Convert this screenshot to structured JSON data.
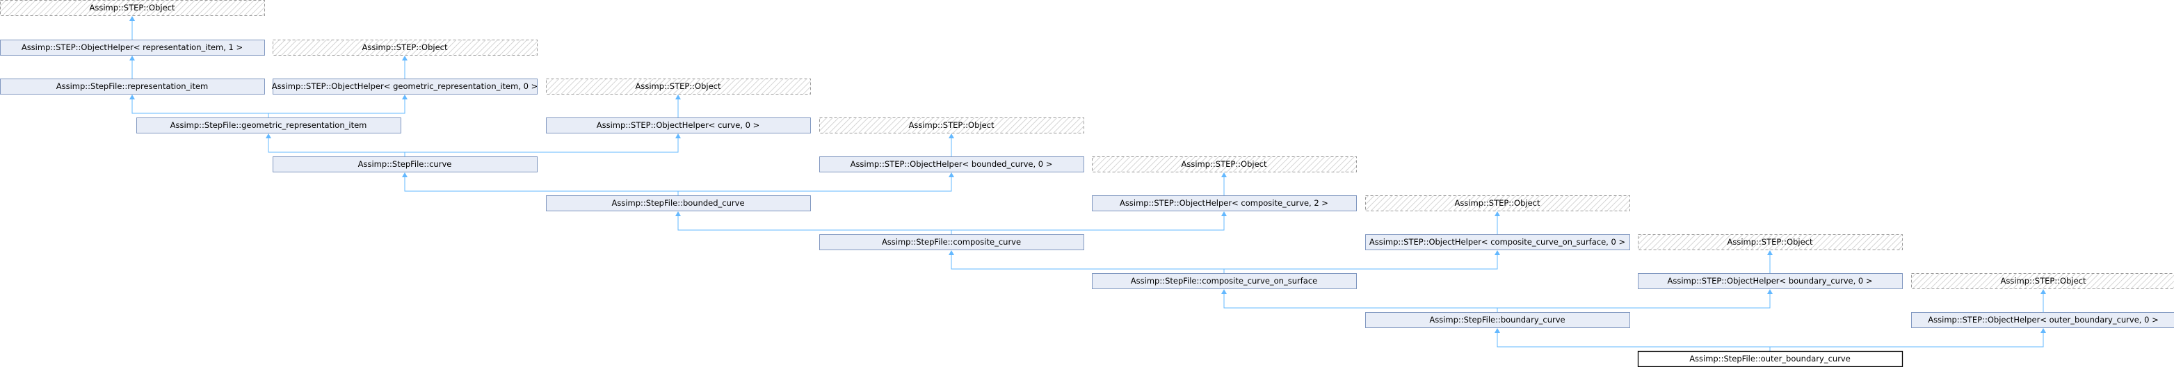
{
  "colors": {
    "background": "#ffffff",
    "node_fill": "#e8edf7",
    "node_border": "#8097c0",
    "external_node_border": "#9a9a9a",
    "focus_node_border": "#000000",
    "edge": "#63b8ff"
  },
  "nodes": [
    {
      "id": "step_object_0",
      "label": "Assimp::STEP::Object",
      "kind": "external",
      "name": "step-object-node"
    },
    {
      "id": "oh_representation_item",
      "label": "Assimp::STEP::ObjectHelper< representation_item, 1 >",
      "kind": "class",
      "name": "object-helper-representation-item-node"
    },
    {
      "id": "step_object_1",
      "label": "Assimp::STEP::Object",
      "kind": "external",
      "name": "step-object-node"
    },
    {
      "id": "representation_item",
      "label": "Assimp::StepFile::representation_item",
      "kind": "class",
      "name": "representation-item-node"
    },
    {
      "id": "oh_geometric_representation_item",
      "label": "Assimp::STEP::ObjectHelper< geometric_representation_item, 0 >",
      "kind": "class",
      "name": "object-helper-geometric-representation-item-node"
    },
    {
      "id": "step_object_2",
      "label": "Assimp::STEP::Object",
      "kind": "external",
      "name": "step-object-node"
    },
    {
      "id": "geometric_representation_item",
      "label": "Assimp::StepFile::geometric_representation_item",
      "kind": "class",
      "name": "geometric-representation-item-node"
    },
    {
      "id": "oh_curve",
      "label": "Assimp::STEP::ObjectHelper< curve, 0 >",
      "kind": "class",
      "name": "object-helper-curve-node"
    },
    {
      "id": "step_object_3",
      "label": "Assimp::STEP::Object",
      "kind": "external",
      "name": "step-object-node"
    },
    {
      "id": "curve",
      "label": "Assimp::StepFile::curve",
      "kind": "class",
      "name": "curve-node"
    },
    {
      "id": "oh_bounded_curve",
      "label": "Assimp::STEP::ObjectHelper< bounded_curve, 0 >",
      "kind": "class",
      "name": "object-helper-bounded-curve-node"
    },
    {
      "id": "step_object_4",
      "label": "Assimp::STEP::Object",
      "kind": "external",
      "name": "step-object-node"
    },
    {
      "id": "bounded_curve",
      "label": "Assimp::StepFile::bounded_curve",
      "kind": "class",
      "name": "bounded-curve-node"
    },
    {
      "id": "oh_composite_curve",
      "label": "Assimp::STEP::ObjectHelper< composite_curve, 2 >",
      "kind": "class",
      "name": "object-helper-composite-curve-node"
    },
    {
      "id": "step_object_5",
      "label": "Assimp::STEP::Object",
      "kind": "external",
      "name": "step-object-node"
    },
    {
      "id": "composite_curve",
      "label": "Assimp::StepFile::composite_curve",
      "kind": "class",
      "name": "composite-curve-node"
    },
    {
      "id": "oh_composite_curve_on_surface",
      "label": "Assimp::STEP::ObjectHelper< composite_curve_on_surface, 0 >",
      "kind": "class",
      "name": "object-helper-composite-curve-on-surface-node"
    },
    {
      "id": "step_object_6",
      "label": "Assimp::STEP::Object",
      "kind": "external",
      "name": "step-object-node"
    },
    {
      "id": "composite_curve_on_surface",
      "label": "Assimp::StepFile::composite_curve_on_surface",
      "kind": "class",
      "name": "composite-curve-on-surface-node"
    },
    {
      "id": "oh_boundary_curve",
      "label": "Assimp::STEP::ObjectHelper< boundary_curve, 0 >",
      "kind": "class",
      "name": "object-helper-boundary-curve-node"
    },
    {
      "id": "step_object_7",
      "label": "Assimp::STEP::Object",
      "kind": "external",
      "name": "step-object-node"
    },
    {
      "id": "boundary_curve",
      "label": "Assimp::StepFile::boundary_curve",
      "kind": "class",
      "name": "boundary-curve-node"
    },
    {
      "id": "oh_outer_boundary_curve",
      "label": "Assimp::STEP::ObjectHelper< outer_boundary_curve, 0 >",
      "kind": "class",
      "name": "object-helper-outer-boundary-curve-node"
    },
    {
      "id": "outer_boundary_curve",
      "label": "Assimp::StepFile::outer_boundary_curve",
      "kind": "focus",
      "name": "outer-boundary-curve-node"
    }
  ],
  "edges": [
    {
      "from": "oh_representation_item",
      "to": "step_object_0"
    },
    {
      "from": "representation_item",
      "to": "oh_representation_item"
    },
    {
      "from": "oh_geometric_representation_item",
      "to": "step_object_1"
    },
    {
      "from": "geometric_representation_item",
      "to": "representation_item"
    },
    {
      "from": "geometric_representation_item",
      "to": "oh_geometric_representation_item"
    },
    {
      "from": "oh_curve",
      "to": "step_object_2"
    },
    {
      "from": "curve",
      "to": "geometric_representation_item"
    },
    {
      "from": "curve",
      "to": "oh_curve"
    },
    {
      "from": "oh_bounded_curve",
      "to": "step_object_3"
    },
    {
      "from": "bounded_curve",
      "to": "curve"
    },
    {
      "from": "bounded_curve",
      "to": "oh_bounded_curve"
    },
    {
      "from": "oh_composite_curve",
      "to": "step_object_4"
    },
    {
      "from": "composite_curve",
      "to": "bounded_curve"
    },
    {
      "from": "composite_curve",
      "to": "oh_composite_curve"
    },
    {
      "from": "oh_composite_curve_on_surface",
      "to": "step_object_5"
    },
    {
      "from": "composite_curve_on_surface",
      "to": "composite_curve"
    },
    {
      "from": "composite_curve_on_surface",
      "to": "oh_composite_curve_on_surface"
    },
    {
      "from": "oh_boundary_curve",
      "to": "step_object_6"
    },
    {
      "from": "boundary_curve",
      "to": "composite_curve_on_surface"
    },
    {
      "from": "boundary_curve",
      "to": "oh_boundary_curve"
    },
    {
      "from": "oh_outer_boundary_curve",
      "to": "step_object_7"
    },
    {
      "from": "outer_boundary_curve",
      "to": "boundary_curve"
    },
    {
      "from": "outer_boundary_curve",
      "to": "oh_outer_boundary_curve"
    }
  ]
}
